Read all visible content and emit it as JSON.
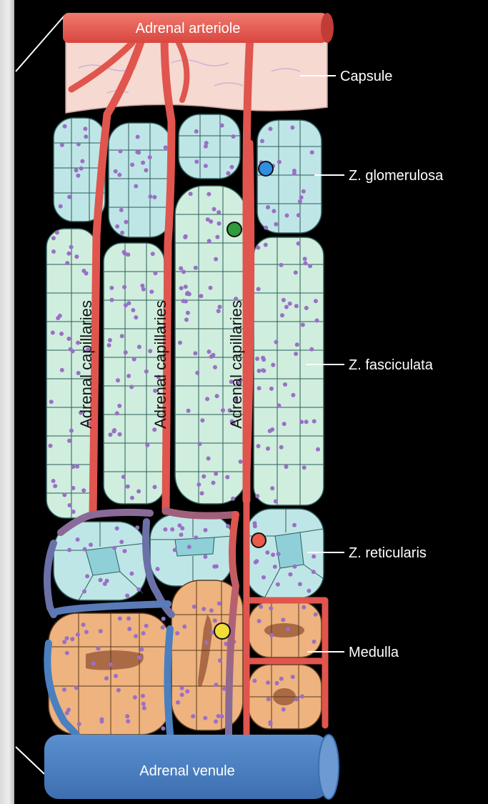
{
  "diagram": {
    "vessels": {
      "arteriole": "Adrenal arteriole",
      "venule": "Adrenal venule"
    },
    "capillary_labels": [
      "Adrenal capillaries",
      "Adrenal capillaries",
      "Adrenal capillaries"
    ],
    "zone_labels": {
      "capsule": "Capsule",
      "glomerulosa": "Z. glomerulosa",
      "fasciculata": "Z. fasciculata",
      "reticularis": "Z. reticularis",
      "medulla": "Medulla"
    },
    "marker_colors": {
      "glomerulosa": "#2f8fe0",
      "fasciculata": "#2f9b3a",
      "reticularis": "#e85a4a",
      "medulla": "#f2dc3a"
    },
    "colors": {
      "artery": "#e0554e",
      "vein": "#4a7fc0",
      "capsule": "#f6d9d0",
      "glomerulosa_cells": "#bfe6e6",
      "fasciculata_cells": "#cfeedd",
      "reticularis_cells": "#bfe6e6",
      "medulla_cells": "#eeb37e",
      "nuclei": "#9b6fc6"
    }
  }
}
